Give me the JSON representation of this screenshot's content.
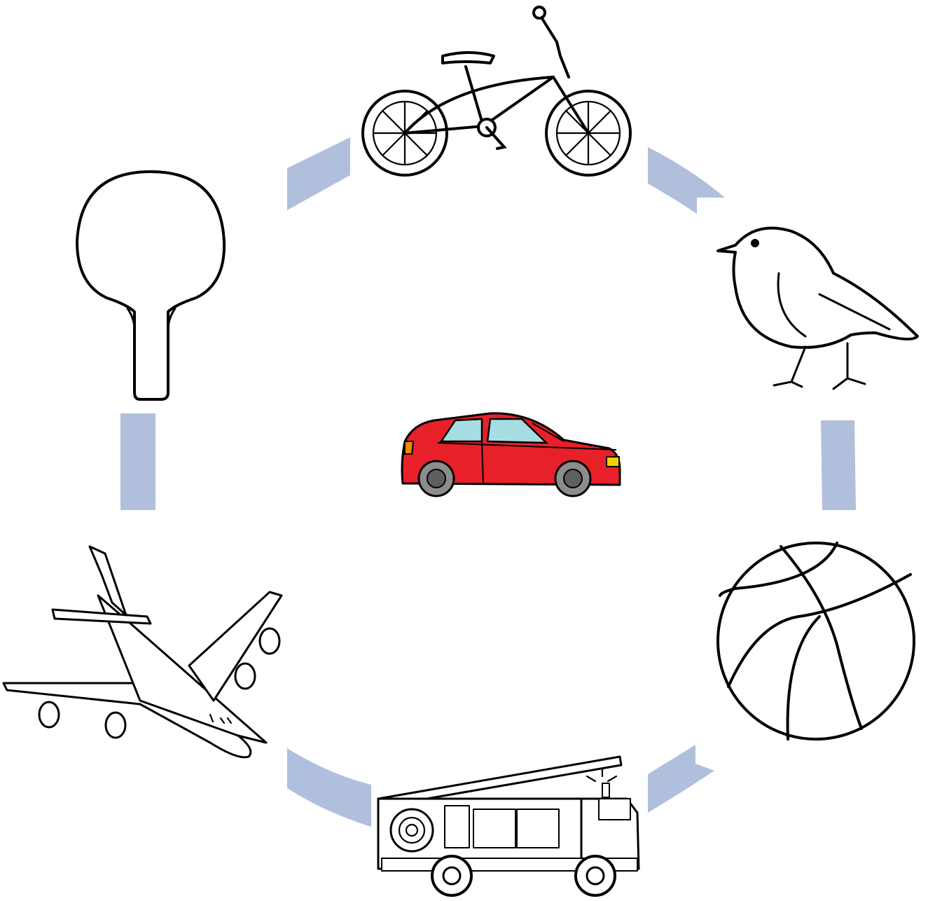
{
  "diagram": {
    "center": {
      "name": "car",
      "color": "#e8202a"
    },
    "ring_color": "#b0c0dc",
    "items": [
      {
        "name": "bicycle"
      },
      {
        "name": "bird"
      },
      {
        "name": "basketball"
      },
      {
        "name": "fire-truck"
      },
      {
        "name": "airplane"
      },
      {
        "name": "ping-pong-paddle"
      }
    ]
  }
}
